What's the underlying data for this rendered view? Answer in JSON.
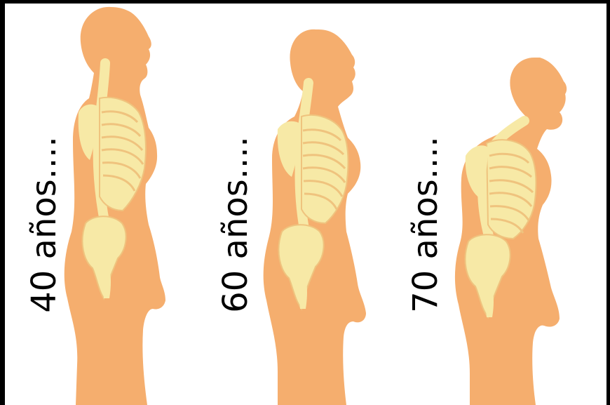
{
  "labels": {
    "age_40": "40 años....",
    "age_60": "60 años....",
    "age_70": "70 años...."
  },
  "colors": {
    "body": "#F5AE6E",
    "skeleton": "#F7E9A6",
    "skeleton_line": "#EFC37E",
    "frame": "#000000"
  }
}
